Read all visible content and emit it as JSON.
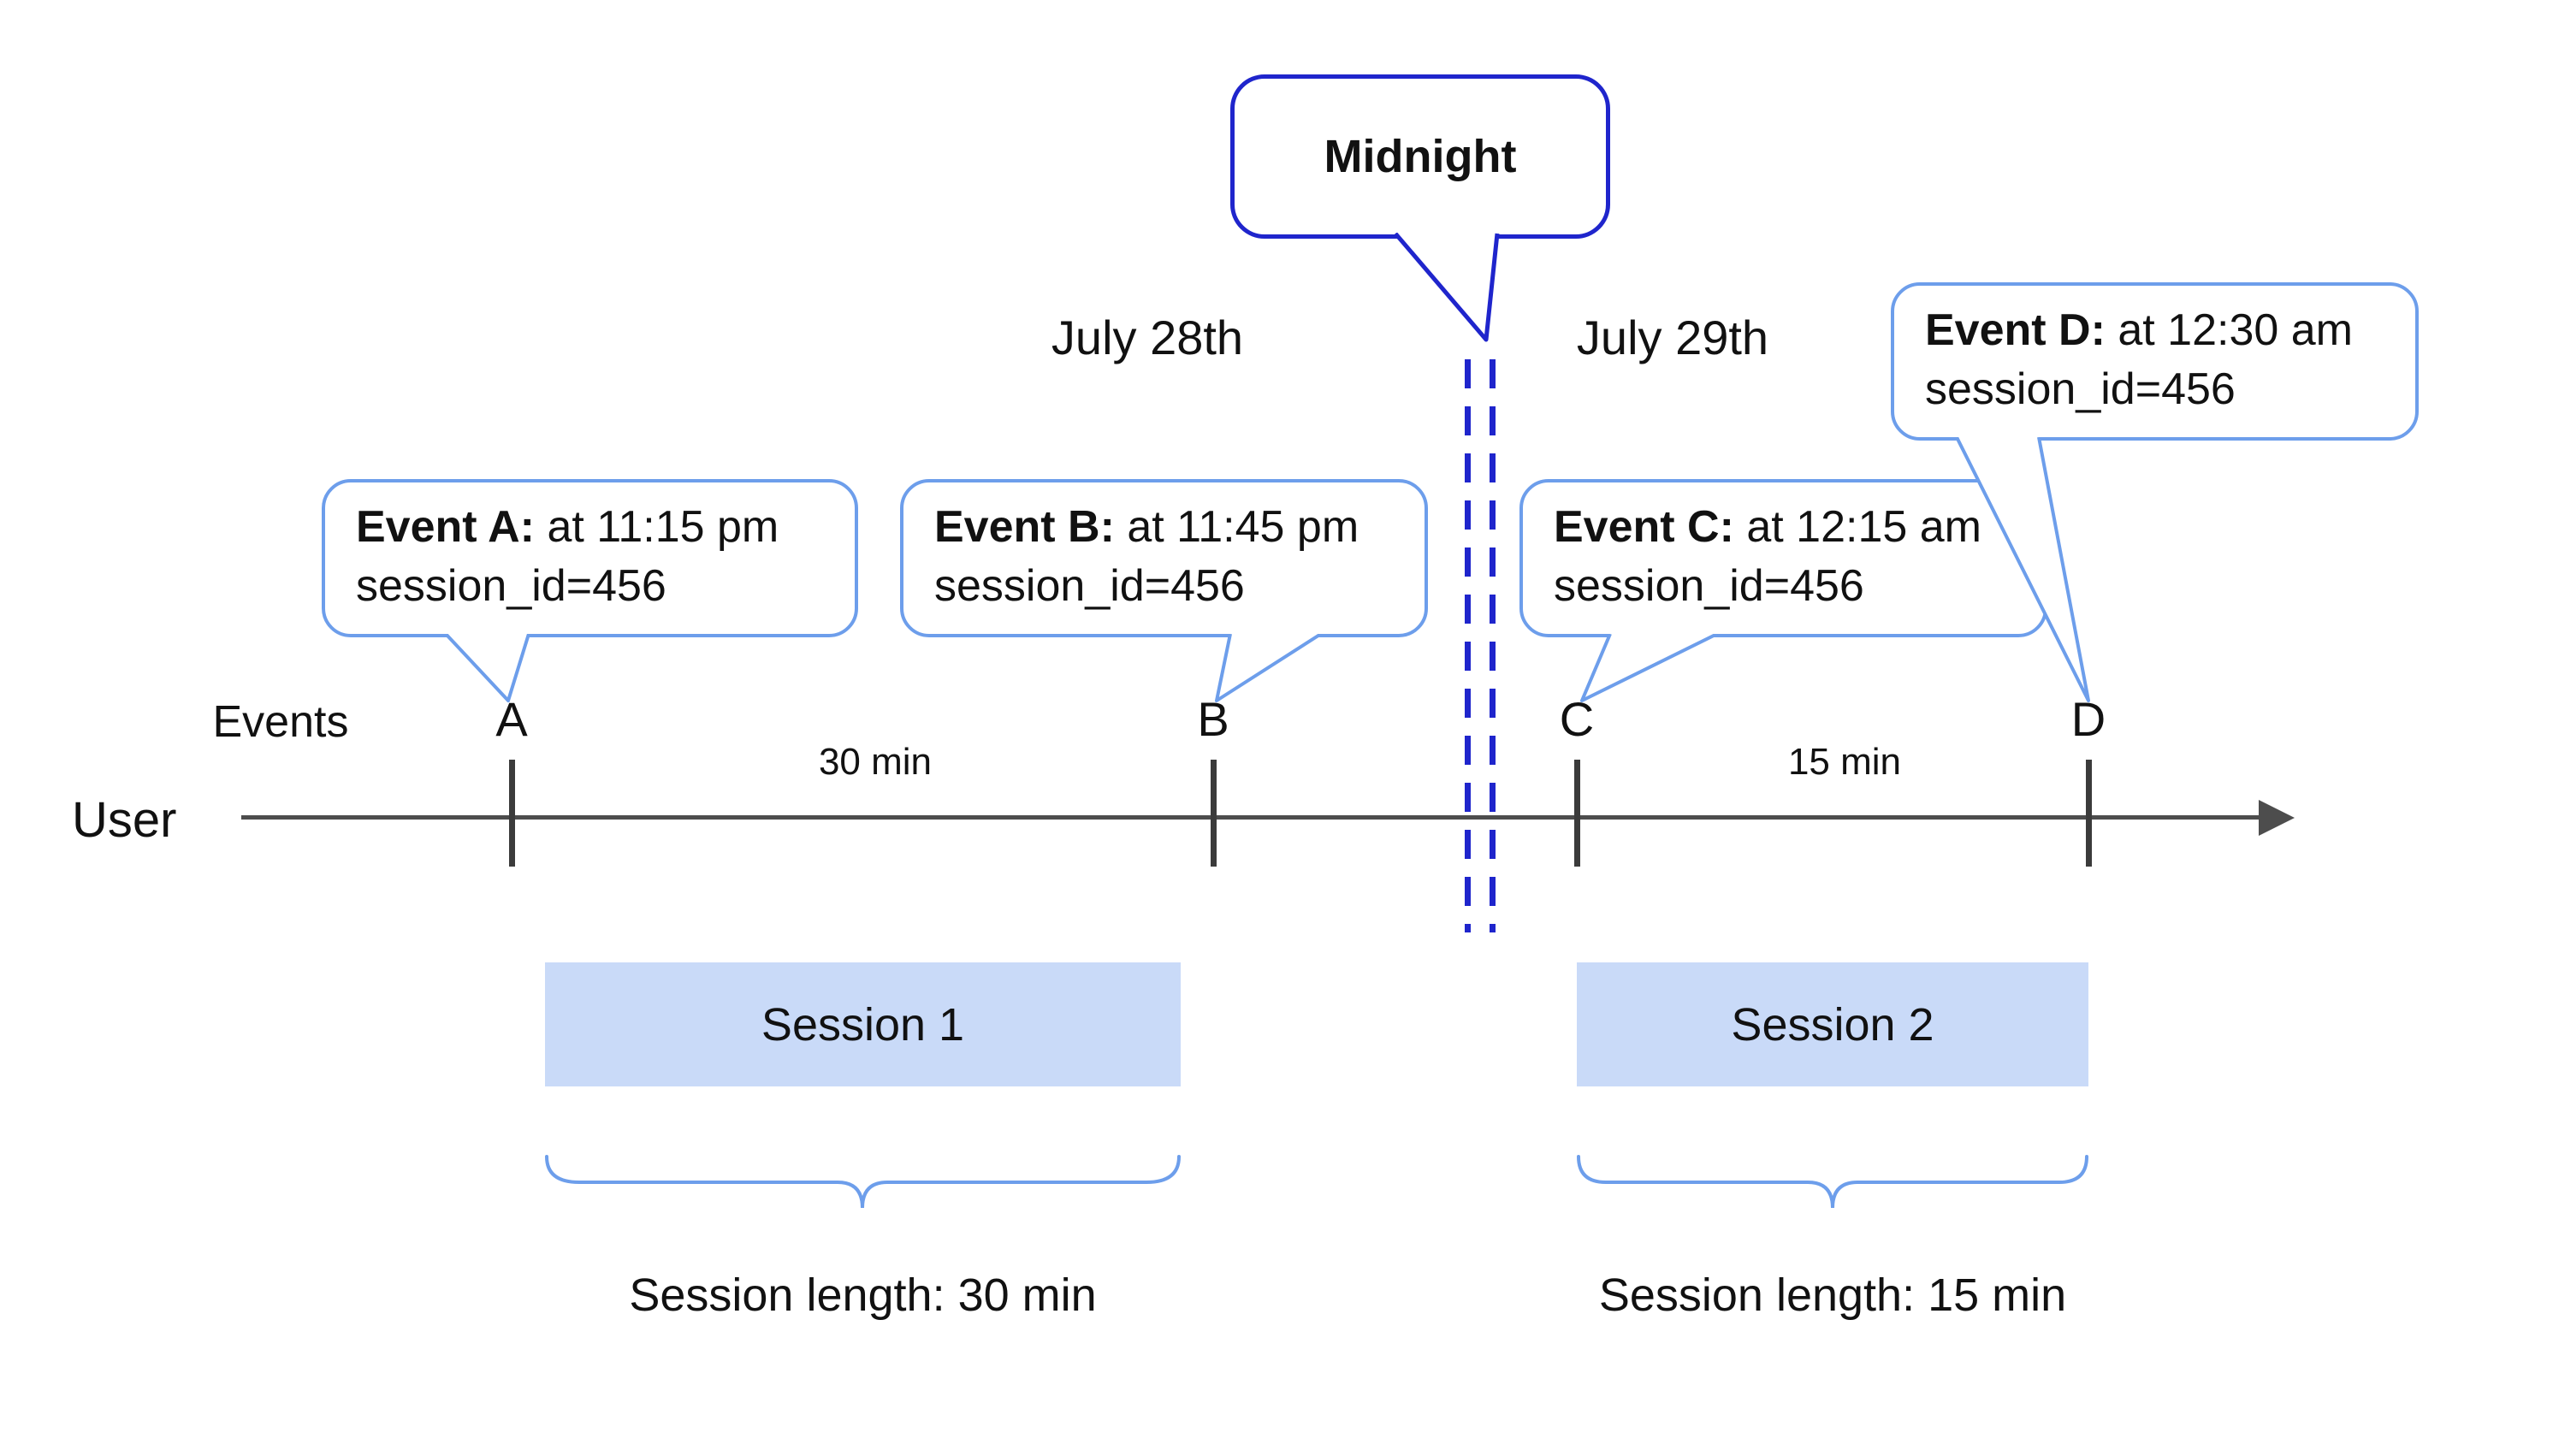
{
  "midnight_bubble": {
    "label": "Midnight"
  },
  "dates": {
    "left": "July 28th",
    "right": "July 29th"
  },
  "axis": {
    "events_label": "Events",
    "user_label": "User"
  },
  "events": [
    {
      "letter": "A",
      "title": "Event A:",
      "time": " at 11:15 pm",
      "session": "session_id=456"
    },
    {
      "letter": "B",
      "title": "Event B:",
      "time": " at 11:45 pm",
      "session": "session_id=456"
    },
    {
      "letter": "C",
      "title": "Event C:",
      "time": " at 12:15 am",
      "session": "session_id=456"
    },
    {
      "letter": "D",
      "title": "Event D:",
      "time": " at 12:30 am",
      "session": "session_id=456"
    }
  ],
  "intervals": {
    "a_to_b": "30 min",
    "c_to_d": "15 min"
  },
  "sessions": [
    {
      "name": "Session 1",
      "length": "Session length: 30 min"
    },
    {
      "name": "Session 2",
      "length": "Session length: 15 min"
    }
  ],
  "colors": {
    "dark_blue": "#1f25cc",
    "light_blue_border": "#6d9eeb",
    "session_fill": "#c9daf8",
    "timeline_gray": "#4d4d4d"
  }
}
